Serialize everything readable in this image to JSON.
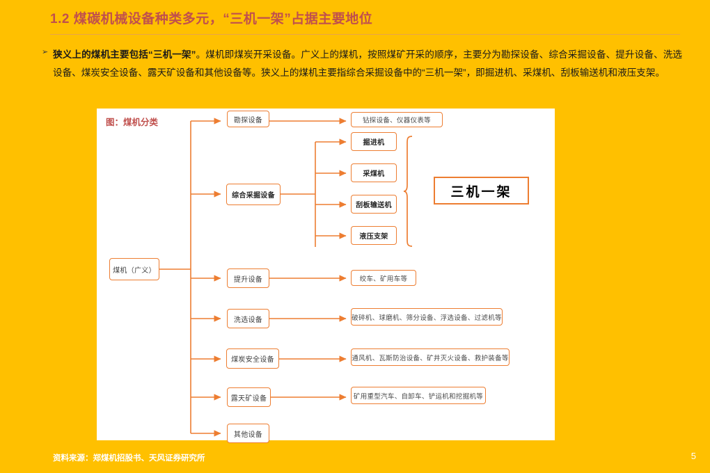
{
  "slide": {
    "title": "1.2 煤碳机械设备种类多元，“三机一架”占据主要地位",
    "page_number": "5",
    "background_color": "#FFC000",
    "accent_color": "#ED7D31",
    "title_color": "#C0504D"
  },
  "body": {
    "bullet_glyph": "➢",
    "lead": "狭义上的煤机主要包括“三机一架”",
    "rest": "。煤机即煤炭开采设备。广义上的煤机，按照煤矿开采的顺序，主要分为勘探设备、综合采掘设备、提升设备、洗选设备、煤炭安全设备、露天矿设备和其他设备等。狭义上的煤机主要指综合采掘设备中的“三机一架”，即掘进机、采煤机、刮板输送机和液压支架。"
  },
  "diagram": {
    "title": "图：煤机分类",
    "root": "煤机（广义）",
    "highlight": "三机一架",
    "categories": [
      {
        "label": "勘探设备",
        "detail": "钻探设备、仪器仪表等"
      },
      {
        "label": "综合采掘设备",
        "detail": ""
      },
      {
        "label": "提升设备",
        "detail": "绞车、矿用车等"
      },
      {
        "label": "洗选设备",
        "detail": "破碎机、球磨机、筛分设备、浮选设备、过滤机等"
      },
      {
        "label": "煤炭安全设备",
        "detail": "通风机、瓦斯防治设备、矿井灭火设备、救护装备等"
      },
      {
        "label": "露天矿设备",
        "detail": "矿用重型汽车、自卸车、铲运机和挖掘机等"
      },
      {
        "label": "其他设备",
        "detail": ""
      }
    ],
    "sanji_items": [
      "掘进机",
      "采煤机",
      "刮板输送机",
      "液压支架"
    ]
  },
  "footer": {
    "source": "资料来源：郑煤机招股书、天风证券研究所"
  }
}
